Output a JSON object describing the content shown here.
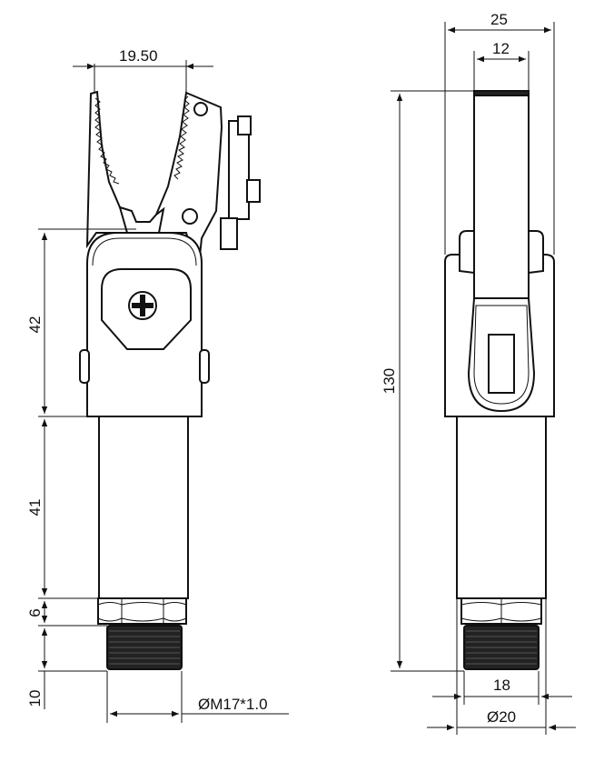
{
  "dimensions": {
    "left": {
      "jaw_opening": "19.50",
      "head_height": "42",
      "body_length": "41",
      "nut_height": "6",
      "thread_length": "10",
      "thread": "ØM17*1.0"
    },
    "right": {
      "overall_width": "25",
      "arm_width": "12",
      "overall_height": "130",
      "thread_dia": "18",
      "body_dia": "Ø20"
    }
  }
}
